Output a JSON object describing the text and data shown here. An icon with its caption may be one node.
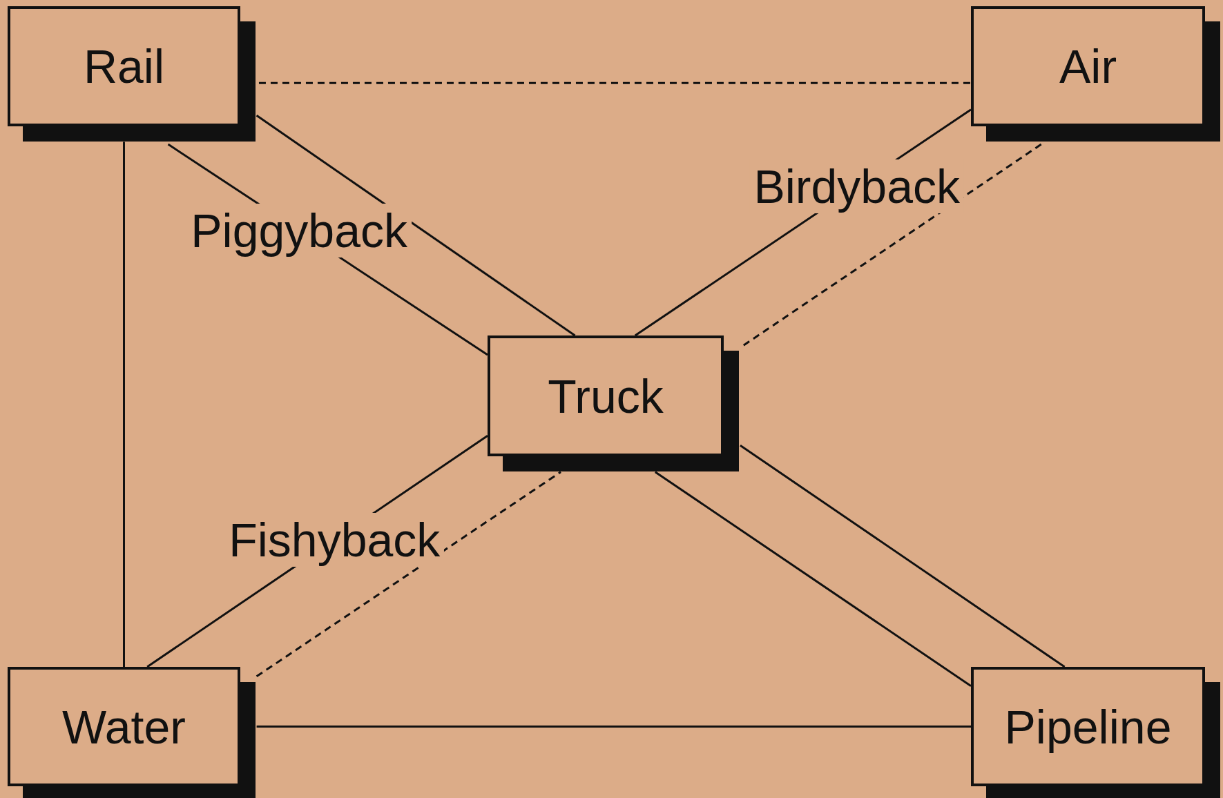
{
  "diagram": {
    "nodes": [
      {
        "text": [
          "Rail"
        ]
      },
      {
        "text": [
          "Air"
        ]
      },
      {
        "text": [
          "Truck"
        ]
      },
      {
        "text": [
          "Water"
        ]
      },
      {
        "text": [
          "Pipeline"
        ]
      }
    ],
    "edges": [
      {
        "from": 0,
        "to": 1,
        "arrow": "none",
        "style": "dashed"
      },
      {
        "from": 0,
        "to": 3,
        "arrow": "none"
      },
      {
        "from": 0,
        "to": 2,
        "arrow": "none"
      },
      {
        "from": 0,
        "to": 2,
        "arrow": "none",
        "label": "Piggyback"
      },
      {
        "from": 1,
        "to": 2,
        "arrow": "none",
        "label": "Birdyback"
      },
      {
        "from": 1,
        "to": 2,
        "arrow": "none",
        "style": "dashed"
      },
      {
        "from": 3,
        "to": 2,
        "arrow": "none",
        "label": "Fishyback"
      },
      {
        "from": 3,
        "to": 2,
        "arrow": "none",
        "style": "dashed"
      },
      {
        "from": 3,
        "to": 4,
        "arrow": "none"
      },
      {
        "from": 4,
        "to": 2,
        "arrow": "none"
      },
      {
        "from": 4,
        "to": 2,
        "arrow": "none"
      }
    ]
  }
}
